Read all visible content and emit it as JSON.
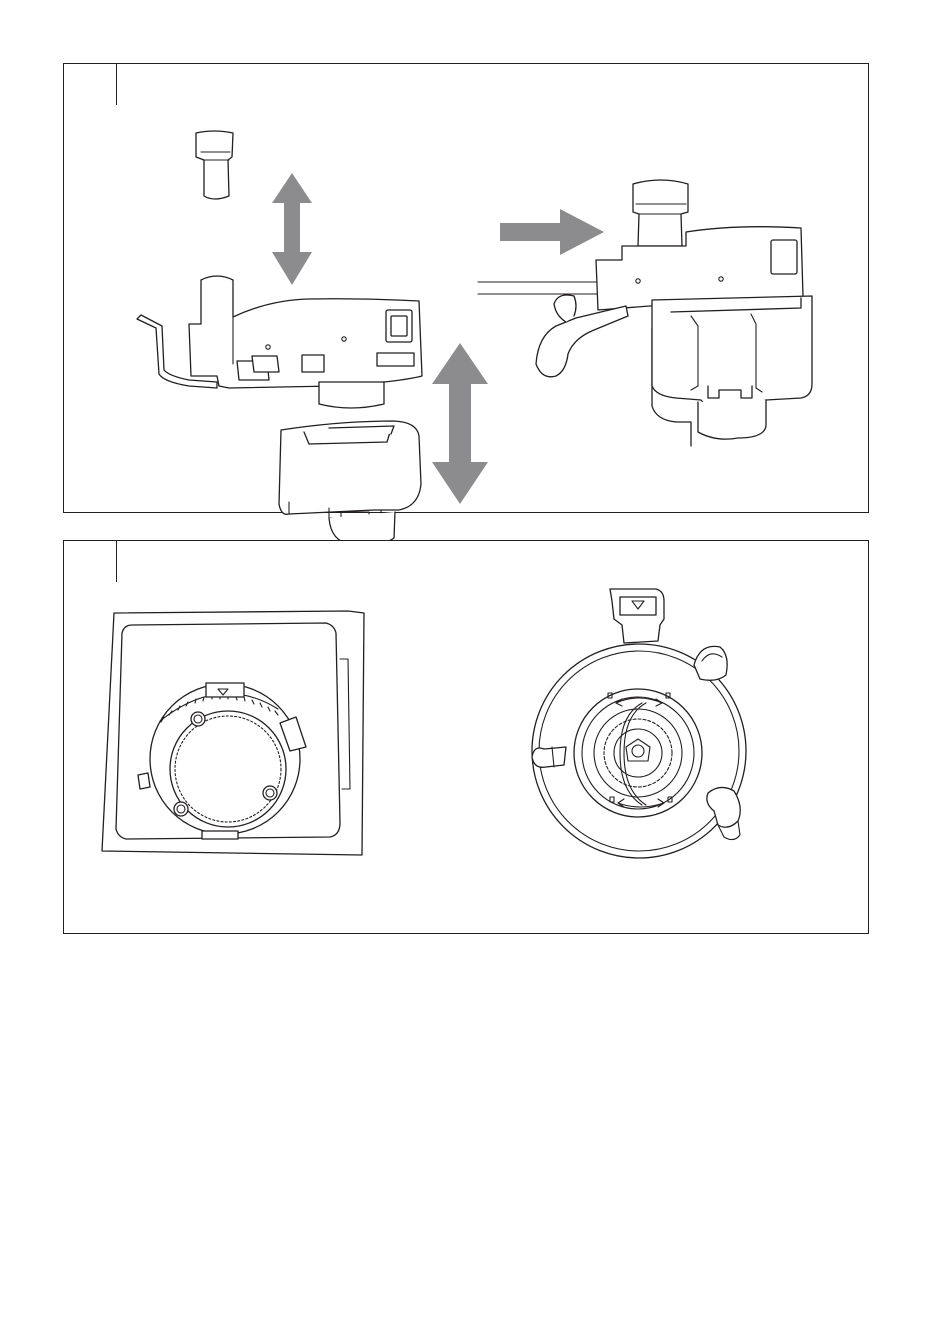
{
  "panels": [
    {
      "id": "step-1",
      "figures": [
        "burr-parts-exploded",
        "burr-parts-assembled"
      ],
      "arrows": [
        "vertical-double-arrow",
        "vertical-double-arrow",
        "right-arrow"
      ]
    },
    {
      "id": "step-2",
      "figures": [
        "grind-dial-top-view",
        "burr-holder-bottom-view"
      ]
    }
  ],
  "colors": {
    "line": "#231f20",
    "arrow": "#8c8c8e",
    "background": "#ffffff"
  }
}
